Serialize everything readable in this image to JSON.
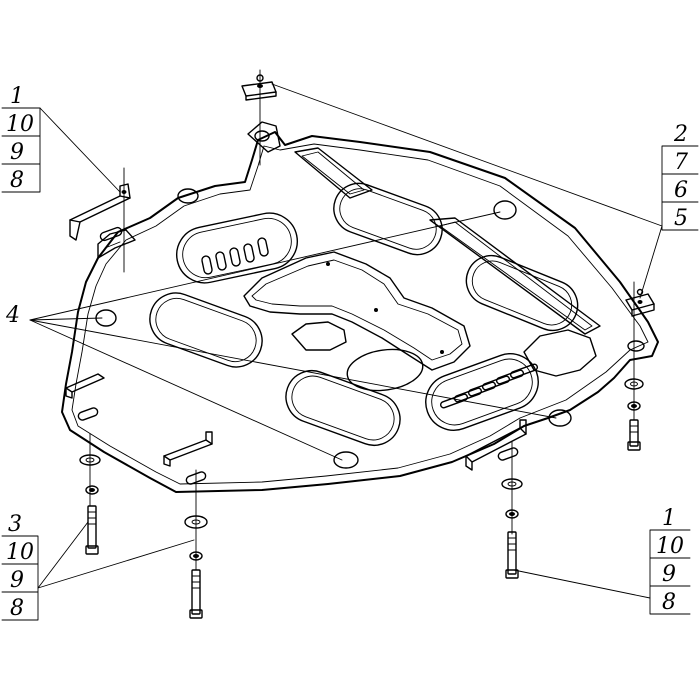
{
  "callouts": {
    "top_left": [
      "1",
      "10",
      "9",
      "8"
    ],
    "top_right": [
      "2",
      "7",
      "6",
      "5"
    ],
    "middle_left": [
      "4"
    ],
    "bottom_left": [
      "3",
      "10",
      "9",
      "8"
    ],
    "bottom_right": [
      "1",
      "10",
      "9",
      "8"
    ]
  },
  "colors": {
    "line": "#000000",
    "background": "#ffffff"
  }
}
